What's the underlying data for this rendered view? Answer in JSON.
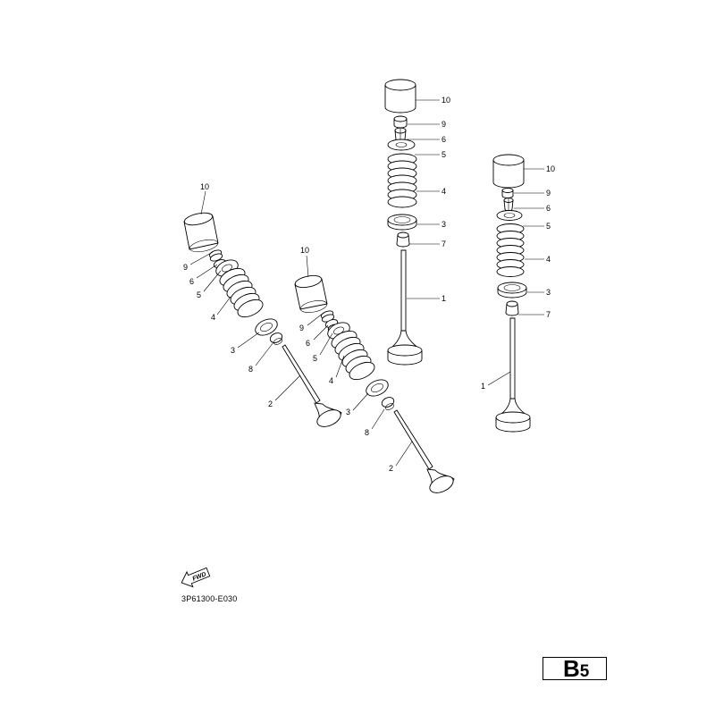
{
  "callouts": {
    "a": {
      "c10": "10",
      "c9": "9",
      "c6": "6",
      "c5": "5",
      "c4": "4",
      "c3": "3",
      "c8": "8",
      "c2": "2"
    },
    "b": {
      "c10": "10",
      "c9": "9",
      "c6": "6",
      "c5": "5",
      "c4": "4",
      "c3": "3",
      "c8": "8",
      "c2": "2"
    },
    "c": {
      "c10": "10",
      "c9": "9",
      "c6": "6",
      "c5": "5",
      "c4": "4",
      "c3": "3",
      "c7": "7",
      "c1": "1"
    },
    "d": {
      "c10": "10",
      "c9": "9",
      "c6": "6",
      "c5": "5",
      "c4": "4",
      "c3": "3",
      "c7": "7",
      "c1": "1"
    }
  },
  "fwd_label": "FWD",
  "diagram_code": "3P61300-E030",
  "page_box": {
    "letter": "B",
    "number": "5"
  }
}
